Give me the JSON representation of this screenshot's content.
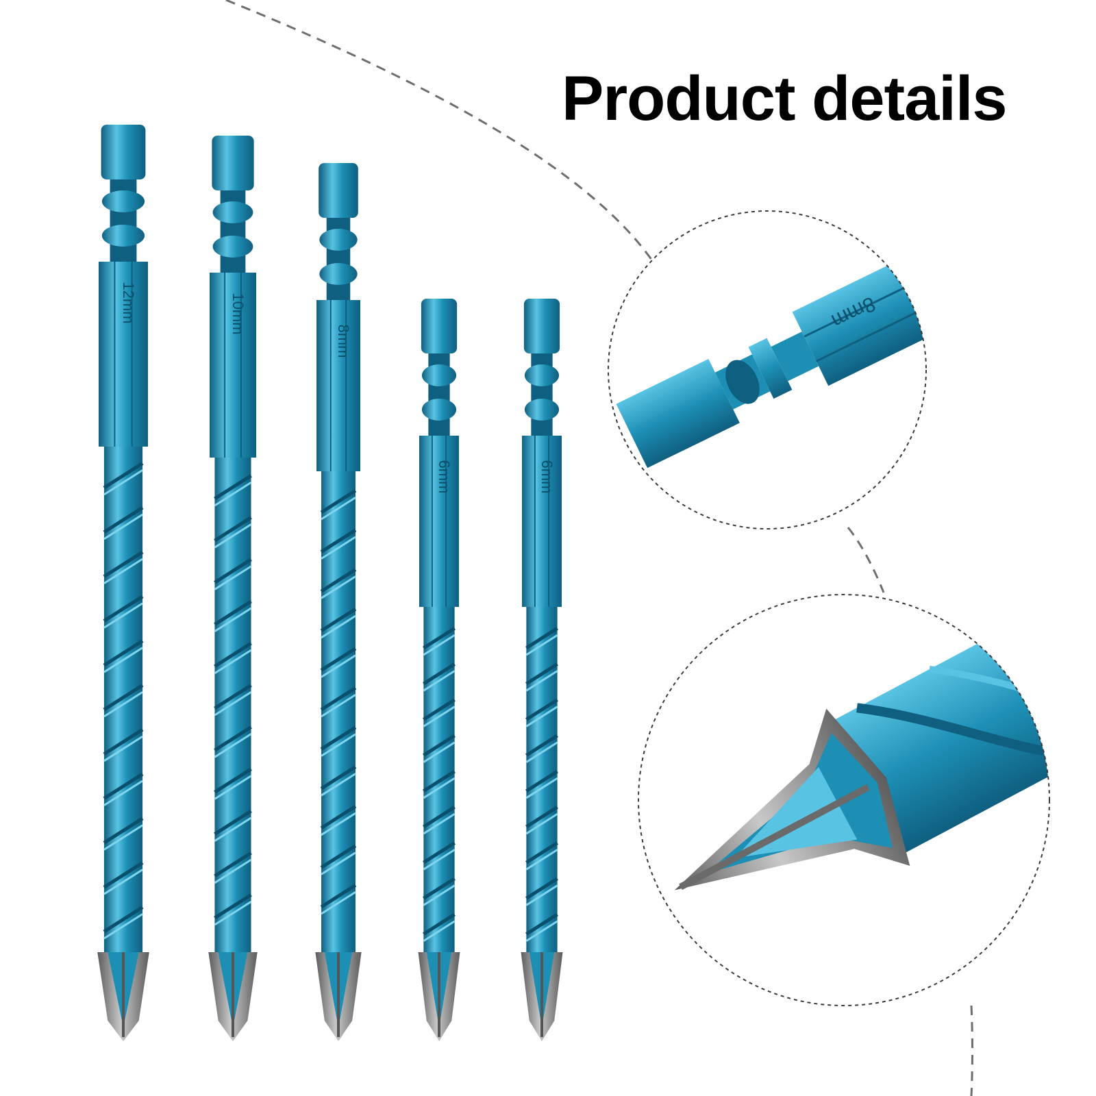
{
  "title": "Product details",
  "colors": {
    "bit_blue": "#1d8fb5",
    "bit_blue_dark": "#0f5f80",
    "bit_blue_light": "#59c3e3",
    "carbide_tip": "#8a8a8a",
    "dashed_line": "#6e6e6e",
    "circle_outline": "#3a3a3a"
  },
  "bits": [
    {
      "size_label": "12mm"
    },
    {
      "size_label": "10mm"
    },
    {
      "size_label": "8mm"
    },
    {
      "size_label": "6mm"
    },
    {
      "size_label": "6mm"
    }
  ],
  "zoom_views": [
    {
      "subject": "hex-shank-closeup",
      "engraving": "8mm"
    },
    {
      "subject": "cross-tip-closeup"
    }
  ]
}
